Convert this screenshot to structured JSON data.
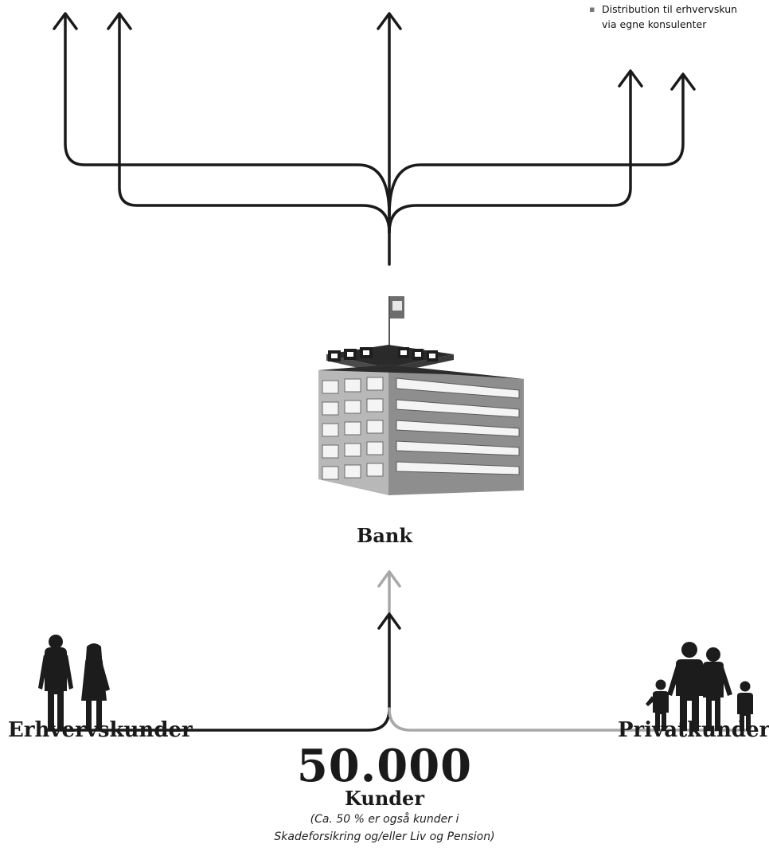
{
  "note": {
    "bullet": "▪",
    "line1": "Distribution til erhvervskun",
    "line2": "via egne konsulenter"
  },
  "bank": {
    "label": "Bank"
  },
  "segments": {
    "left": "Erhvervskunder",
    "right": "Privatkunder"
  },
  "customers": {
    "count": "50.000",
    "label": "Kunder",
    "caption_line1": "(Ca. 50 % er også kunder i",
    "caption_line2": "Skadeforsikring og/eller Liv og Pension)"
  },
  "colors": {
    "line": "#1a1a1a",
    "line_faded": "#a8a8a8",
    "building_front": "#b8b8b8",
    "building_side": "#8e8e8e",
    "figure": "#1c1c1c"
  }
}
